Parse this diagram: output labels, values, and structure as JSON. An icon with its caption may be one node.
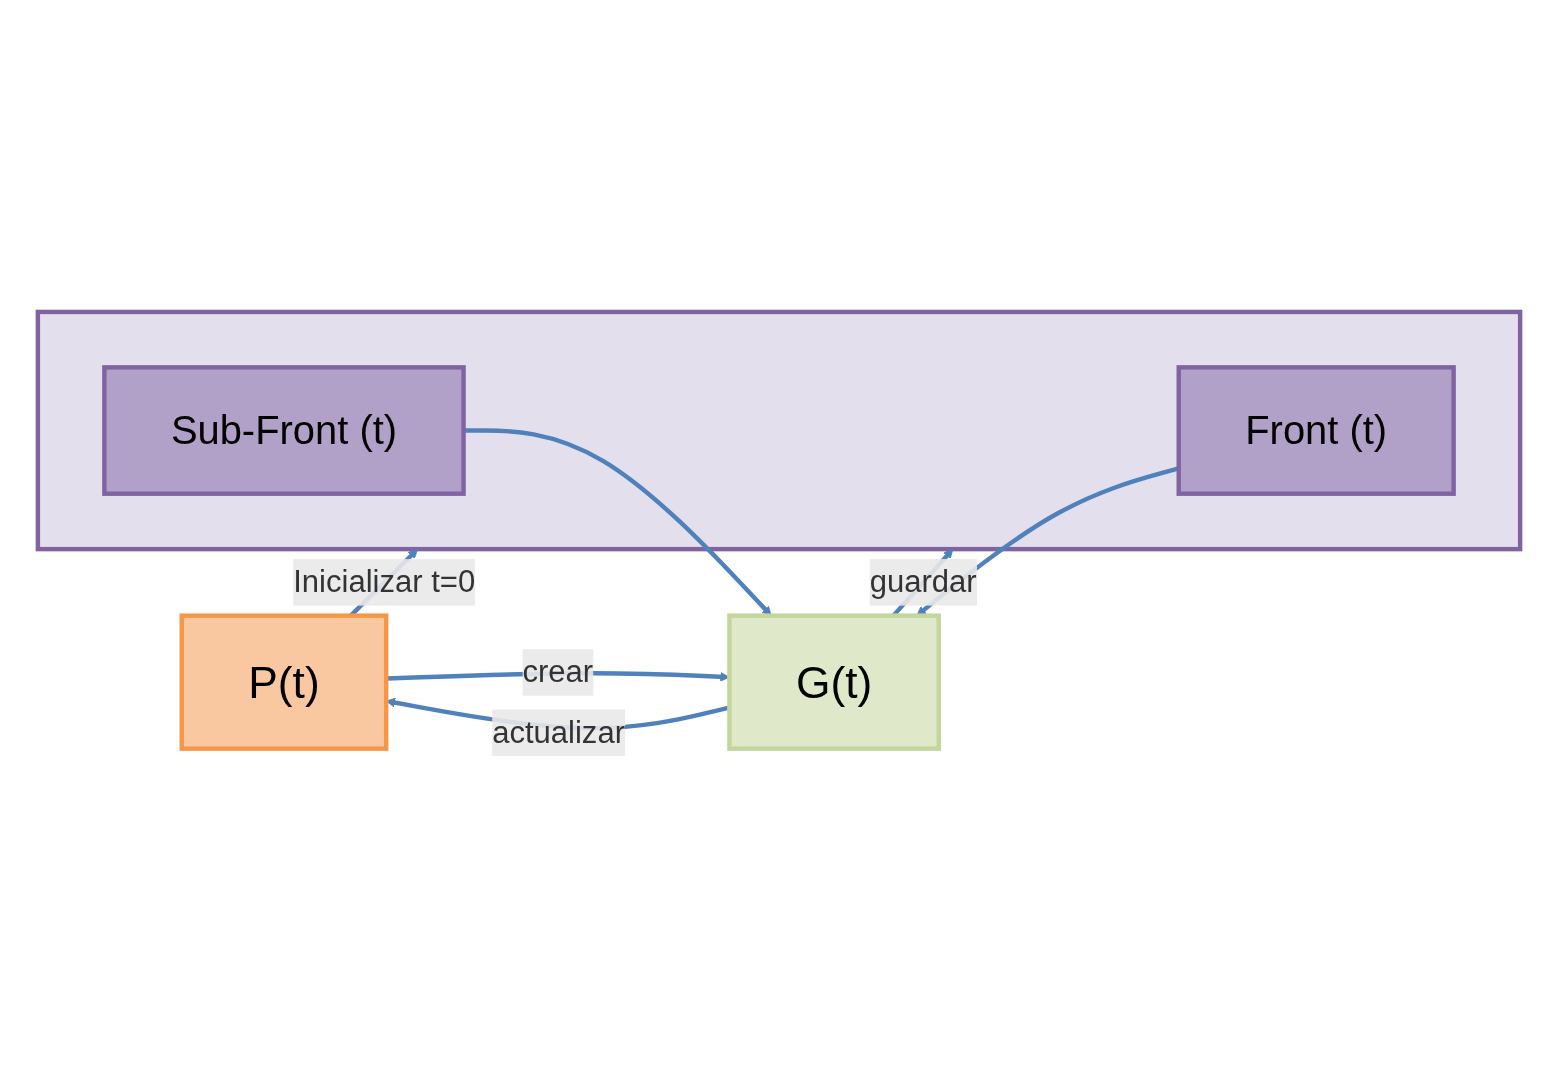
{
  "diagram": {
    "nodes": [
      {
        "text": [
          "P(t)"
        ]
      },
      {
        "text": [],
        "shape": "box"
      },
      {
        "text": [
          "Front (t)"
        ],
        "in": 1
      },
      {
        "text": [
          "Sub-Front (t)"
        ],
        "in": 1
      },
      {
        "text": [
          "G(t)"
        ]
      }
    ],
    "edges": [
      {
        "from": 4,
        "to": 0,
        "arrow": "to",
        "label": "actualizar"
      },
      {
        "from": 0,
        "to": 1,
        "arrow": "to",
        "label": "Inicializar t=0"
      },
      {
        "from": 0,
        "to": 4,
        "arrow": "to",
        "label": "crear"
      },
      {
        "from": 2,
        "to": 4,
        "arrow": "to"
      },
      {
        "from": 3,
        "to": 4,
        "arrow": "to"
      },
      {
        "from": 4,
        "to": 1,
        "arrow": "to",
        "label": "guardar"
      }
    ]
  }
}
